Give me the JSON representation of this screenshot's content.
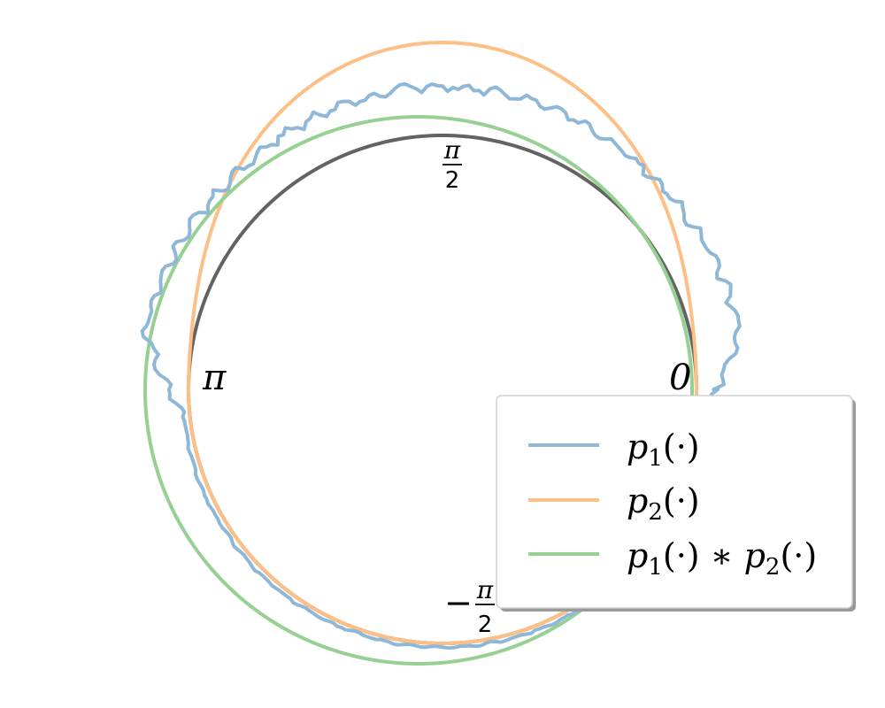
{
  "chart_data": {
    "type": "line",
    "projection": "circular density (polar)",
    "base_circle": {
      "color": "#636363"
    },
    "angle_labels": {
      "zero": "0",
      "pi": "π",
      "pi_over_2": {
        "num": "π",
        "den": "2"
      },
      "minus_pi_over_2": {
        "sign": "−",
        "num": "π",
        "den": "2"
      }
    },
    "legend_placement": "lower-right",
    "series": [
      {
        "name": "p1(·)",
        "legend": {
          "base": "p",
          "sub": "1",
          "rest": "(·)"
        },
        "color": "#8fb8d8",
        "description": "noisy density, bumps around θ=0 and θ=π, near-baseline at −π/2",
        "noise_seed": 7
      },
      {
        "name": "p2(·)",
        "legend": {
          "base": "p",
          "sub": "2",
          "rest": "(·)"
        },
        "color": "#fdbf85",
        "description": "smooth unimodal density peaked at π/2, ~0 in lower half",
        "peak_angle": 1.5708,
        "concentration": 2.0
      },
      {
        "name": "p1(·) ∗ p2(·)",
        "legend": {
          "base": "p",
          "sub": "1",
          "rest": "(·) ∗ ",
          "base2": "p",
          "sub2": "2",
          "rest2": "(·)"
        },
        "color": "#96d092",
        "description": "circular convolution, near-uniform density"
      }
    ]
  }
}
